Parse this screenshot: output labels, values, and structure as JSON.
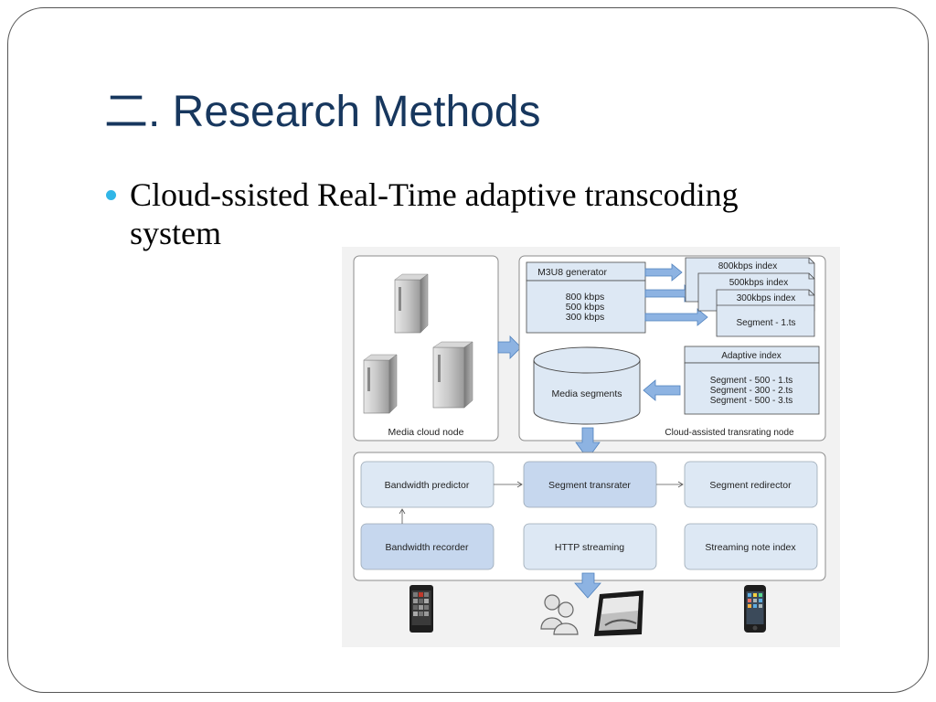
{
  "slide": {
    "title": "二. Research Methods",
    "bullet": "Cloud-ssisted Real-Time adaptive transcoding system"
  },
  "diagram": {
    "media_cloud_node": "Media cloud node",
    "transrating_node": "Cloud-assisted transrating node",
    "m3u8_generator": "M3U8 generator",
    "bitrates": [
      "800 kbps",
      "500 kbps",
      "300 kbps"
    ],
    "index_800": "800kbps index",
    "index_500": "500kbps index",
    "index_300": "300kbps index",
    "segment_1": "Segment - 1.ts",
    "media_segments": "Media segments",
    "adaptive_index": "Adaptive index",
    "adaptive_segments": [
      "Segment - 500 - 1.ts",
      "Segment - 300 - 2.ts",
      "Segment - 500 - 3.ts"
    ],
    "bandwidth_predictor": "Bandwidth predictor",
    "segment_transrater": "Segment transrater",
    "segment_redirector": "Segment redirector",
    "bandwidth_recorder": "Bandwidth recorder",
    "http_streaming": "HTTP streaming",
    "streaming_note_index": "Streaming note index",
    "colors": {
      "box_light": "#dde8f4",
      "box_mid": "#c6d7ee",
      "arrow_fill": "#8db3e2",
      "arrow_stroke": "#4f81bd",
      "title_color": "#17375e",
      "bullet_dot": "#31b6e7"
    },
    "icons": [
      "server-icon",
      "users-icon",
      "tablet-icon",
      "phone-icon"
    ]
  }
}
